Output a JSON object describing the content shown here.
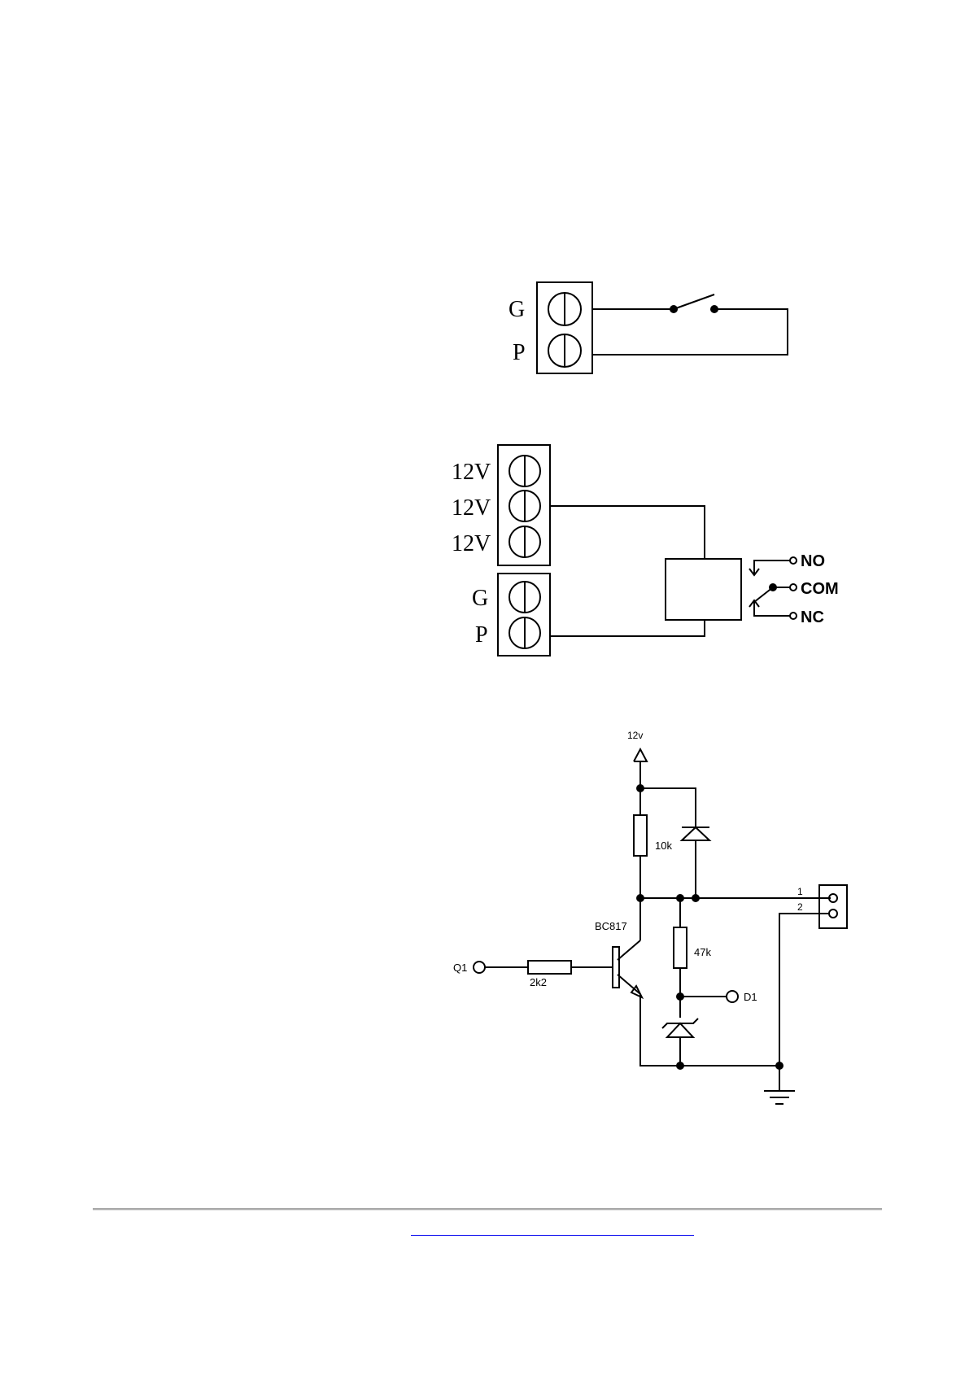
{
  "diagram1": {
    "terminal_labels": [
      "G",
      "P"
    ]
  },
  "diagram2": {
    "supply_labels": [
      "12V",
      "12V",
      "12V"
    ],
    "input_labels": [
      "G",
      "P"
    ],
    "relay_contacts": [
      "NO",
      "COM",
      "NC"
    ]
  },
  "diagram3": {
    "supply_label": "12v",
    "resistor_collector": "10k",
    "transistor": "BC817",
    "resistor_base": "2k2",
    "resistor_divider": "47k",
    "input_label": "Q1",
    "output_label": "D1",
    "connector_pins": [
      "1",
      "2"
    ]
  },
  "footer": {
    "link_text": ""
  }
}
